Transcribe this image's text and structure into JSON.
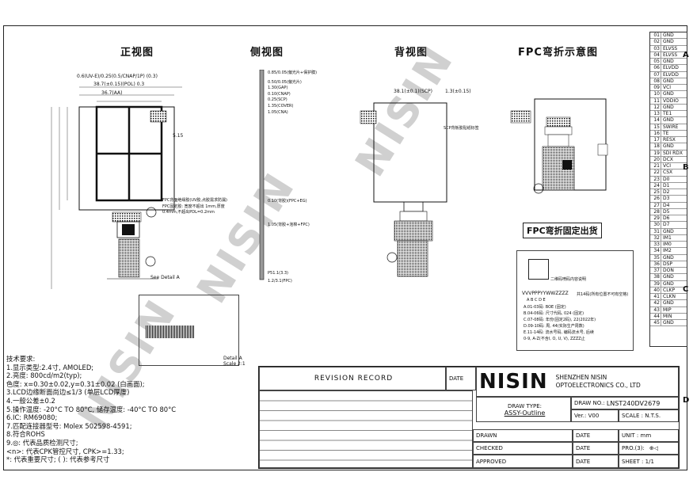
{
  "views": {
    "front": "正视图",
    "side": "侧视图",
    "back": "背视图",
    "fpc_bend": "FPC弯折示意图"
  },
  "watermark": "NISIN",
  "fpc_fixed_label": "FPC弯折固定出货",
  "detail_a": "Detail A\nScale 2:1",
  "see_detail": "See Detail A",
  "qr_label": "二维码喷码内容说明",
  "qr_format": "VVVPPPYYWWZZZZ",
  "qr_note": "共14码(所有位置不可有空格)",
  "qr_letters": "A B C D E",
  "qr_lines": [
    "A.01-03码: BOE (固定)",
    "B.04-06码: 尺寸代码, 024 (固定)",
    "C.07-08码: 年份(固定2码), 22(2022年)",
    "D.09-10码: 周, 44(实际生产周数)",
    "E.11-14码: 流水号码, 编码流水号, 后续",
    "   0-9, A-Z(不含I, O, U, V), ZZZZ止"
  ],
  "sticker_note": "SCP背板胶贴纸标签",
  "side_top_label": "0.85/0.05(偏光片+保护膜)",
  "side_labels": [
    "0.50/0.05(偏光片)",
    "1.30(GAP)",
    "0.10(CNAP)",
    "0.25(SCP)",
    "1.35(COVER)",
    "1.05(CNA)"
  ],
  "side_bottom_labels": [
    "0.10(背胶)(FPC+EG)",
    "1.05(背胶+泡棉+FPC)",
    "P51.1(3.3)",
    "1.2/3.1(FPC)"
  ],
  "front_dims": [
    "0.6(UV-E)/0.25(0.5/CNAP/1P) (0.3)",
    "38.7(±0.15)(POL) 0.3",
    "36.7(AA)",
    "5.15"
  ],
  "back_dims": [
    "38.1(±0.1)(SCP)",
    "1.3(±0.15)"
  ],
  "front_notes": [
    "FPC背面绝缘胶(UV胶,点胶需求防漏)",
    "FPC固定胶: 宽度不超出 1mm,厚度0.4mm,不超出PDL=0.2mm"
  ],
  "pin_table": [
    [
      "01",
      "GND"
    ],
    [
      "02",
      "GND"
    ],
    [
      "03",
      "ELVSS"
    ],
    [
      "04",
      "ELVSS"
    ],
    [
      "05",
      "GND"
    ],
    [
      "06",
      "ELVDD"
    ],
    [
      "07",
      "ELVDD"
    ],
    [
      "08",
      "GND"
    ],
    [
      "09",
      "VCI"
    ],
    [
      "10",
      "GND"
    ],
    [
      "11",
      "VDDIO"
    ],
    [
      "12",
      "GND"
    ],
    [
      "13",
      "TE1"
    ],
    [
      "14",
      "GND"
    ],
    [
      "15",
      "SWIRE"
    ],
    [
      "16",
      "TE"
    ],
    [
      "17",
      "RESX"
    ],
    [
      "18",
      "GND"
    ],
    [
      "19",
      "SDI RDX"
    ],
    [
      "20",
      "DCX"
    ],
    [
      "21",
      "VCI"
    ],
    [
      "22",
      "CSX"
    ],
    [
      "23",
      "D0"
    ],
    [
      "24",
      "D1"
    ],
    [
      "25",
      "D2"
    ],
    [
      "26",
      "D3"
    ],
    [
      "27",
      "D4"
    ],
    [
      "28",
      "D5"
    ],
    [
      "29",
      "D6"
    ],
    [
      "30",
      "D7"
    ],
    [
      "31",
      "GND"
    ],
    [
      "32",
      "IM1"
    ],
    [
      "33",
      "IM0"
    ],
    [
      "34",
      "IM2"
    ],
    [
      "35",
      "GND"
    ],
    [
      "36",
      "DSP"
    ],
    [
      "37",
      "DON"
    ],
    [
      "38",
      "GND"
    ],
    [
      "39",
      "GND"
    ],
    [
      "40",
      "CLKP"
    ],
    [
      "41",
      "CLKN"
    ],
    [
      "42",
      "GND"
    ],
    [
      "43",
      "MIP"
    ],
    [
      "44",
      "MIN"
    ],
    [
      "45",
      "GND"
    ]
  ],
  "side_ticks": [
    "A",
    "B",
    "C",
    "D"
  ],
  "notes": {
    "heading": "技术要求:",
    "lines": [
      "1.显示类型:2.4寸, AMOLED;",
      "2.亮度: 800cd/m2(typ);",
      "   色度: x=0.30±0.02,y=0.31±0.02 (白画面);",
      "3.LCD边缘断面尚边≤1/3 (单层LCD厚度)",
      "4.一般公差±0.2",
      "5.操作温度: -20°C TO 80°C, 储存温度: -40°C TO 80°C",
      "6.IC: RM69080;",
      "7.匹配连接器型号: Molex 502598-4591;",
      "8.符合ROHS",
      "9.◎: 代表品质检测尺寸;",
      "   <n>: 代表CPK管控尺寸, CPK>=1.33;",
      "   *: 代表重要尺寸; ( ): 代表参考尺寸"
    ]
  },
  "title_block": {
    "revision_record": "REVISION RECORD",
    "date": "DATE",
    "brand": "NISIN",
    "company_line1": "SHENZHEN NISIN",
    "company_line2": "OPTOELECTRONICS CO., LTD",
    "draw_type_label": "DRAW TYPE:",
    "draw_type_value": "ASSY-Outline",
    "draw_no_label": "DRAW NO.:",
    "draw_no_value": "LNST240DV2679",
    "ver_label": "Ver.:",
    "ver_value": "V00",
    "scale_label": "SCALE : N.T.S.",
    "drawn": "DRAWN",
    "checked": "CHECKED",
    "approved": "APPROVED",
    "date2": "DATE",
    "date3": "DATE",
    "date4": "DATE",
    "unit": "UNIT : mm",
    "pro": "PRO.(3):",
    "sheet": "SHEET : 1/1"
  }
}
